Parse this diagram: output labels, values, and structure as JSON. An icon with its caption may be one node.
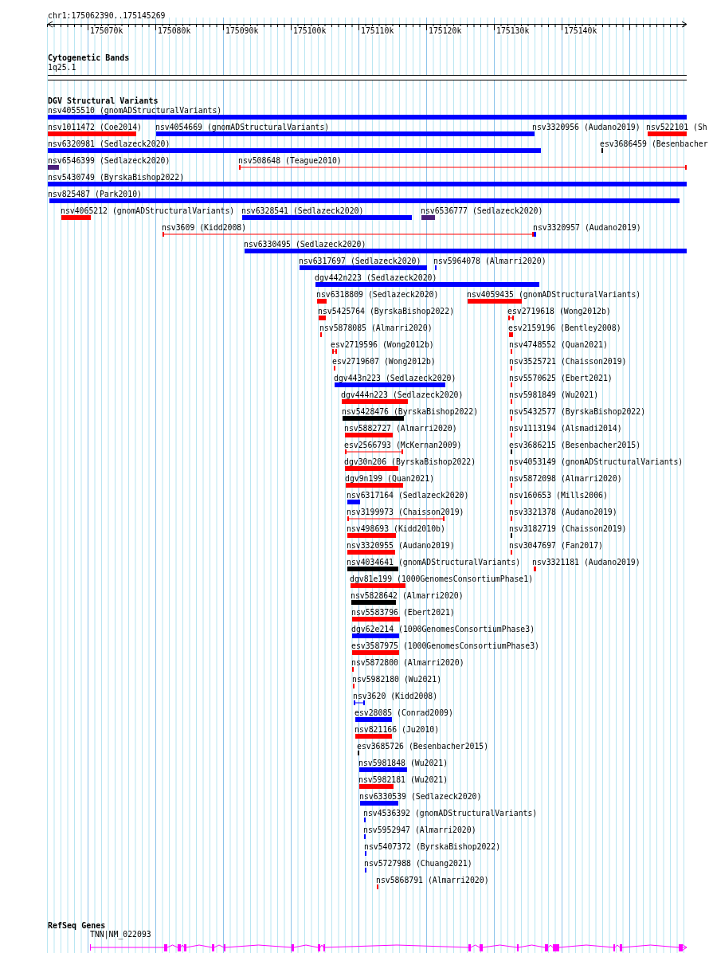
{
  "diagram": {
    "nodes": [
      {
        "text": [
          "1q25.1"
        ]
      },
      {
        "text": [
          "nsv4055510 (gnomADStructuralVariants)"
        ]
      },
      {
        "text": [
          "nsv1011472 (Coe2014)"
        ]
      },
      {
        "text": [
          "nsv4054669 (gnomADStructuralVariants)"
        ]
      },
      {
        "text": [
          "nsv3320956 (Audano2019)"
        ]
      },
      {
        "text": [
          "nsv522101 (Sh"
        ]
      },
      {
        "text": [
          "nsv6320981 (Sedlazeck2020)"
        ]
      },
      {
        "text": [
          "esv3686459 (Besenbacher"
        ]
      },
      {
        "text": [
          "nsv6546399 (Sedlazeck2020)"
        ]
      },
      {
        "text": [
          "nsv508648 (Teague2010)"
        ]
      },
      {
        "text": [
          "nsv5430749 (ByrskaBishop2022)"
        ]
      },
      {
        "text": [
          "nsv825487 (Park2010)"
        ]
      },
      {
        "text": [
          "nsv4065212 (gnomADStructuralVariants)"
        ]
      },
      {
        "text": [
          "nsv6328541 (Sedlazeck2020)"
        ]
      },
      {
        "text": [
          "nsv6536777 (Sedlazeck2020)"
        ]
      },
      {
        "text": [
          "nsv3609 (Kidd2008)"
        ]
      },
      {
        "text": [
          "nsv3320957 (Audano2019)"
        ]
      },
      {
        "text": [
          "nsv6330495 (Sedlazeck2020)"
        ]
      },
      {
        "text": [
          "nsv6317697 (Sedlazeck2020)"
        ]
      },
      {
        "text": [
          "nsv5964078 (Almarri2020)"
        ]
      },
      {
        "text": [
          "dgv442n223 (Sedlazeck2020)"
        ]
      },
      {
        "text": [
          "nsv6318809 (Sedlazeck2020)"
        ]
      },
      {
        "text": [
          "nsv4059435 (gnomADStructuralVariants)"
        ]
      },
      {
        "text": [
          "nsv5425764 (ByrskaBishop2022)"
        ]
      },
      {
        "text": [
          "esv2719618 (Wong2012b)"
        ]
      },
      {
        "text": [
          "nsv5878085 (Almarri2020)"
        ]
      },
      {
        "text": [
          "esv2159196 (Bentley2008)"
        ]
      },
      {
        "text": [
          "esv2719596 (Wong2012b)"
        ]
      },
      {
        "text": [
          "nsv4748552 (Quan2021)"
        ]
      },
      {
        "text": [
          "esv2719607 (Wong2012b)"
        ]
      },
      {
        "text": [
          "nsv3525721 (Chaisson2019)"
        ]
      },
      {
        "text": [
          "dgv443n223 (Sedlazeck2020)"
        ]
      },
      {
        "text": [
          "nsv5570625 (Ebert2021)"
        ]
      },
      {
        "text": [
          "dgv444n223 (Sedlazeck2020)"
        ]
      },
      {
        "text": [
          "nsv5981849 (Wu2021)"
        ]
      },
      {
        "text": [
          "nsv5428476 (ByrskaBishop2022)"
        ]
      },
      {
        "text": [
          "nsv5432577 (ByrskaBishop2022)"
        ]
      },
      {
        "text": [
          "nsv5882727 (Almarri2020)"
        ]
      },
      {
        "text": [
          "nsv1113194 (Alsmadi2014)"
        ]
      },
      {
        "text": [
          "esv2566793 (McKernan2009)"
        ]
      },
      {
        "text": [
          "esv3686215 (Besenbacher2015)"
        ]
      },
      {
        "text": [
          "dgv30n206 (ByrskaBishop2022)"
        ]
      },
      {
        "text": [
          "nsv4053149 (gnomADStructuralVariants)"
        ]
      },
      {
        "text": [
          "dgv9n199 (Quan2021)"
        ]
      },
      {
        "text": [
          "nsv5872098 (Almarri2020)"
        ]
      },
      {
        "text": [
          "nsv6317164 (Sedlazeck2020)"
        ]
      },
      {
        "text": [
          "nsv160653 (Mills2006)"
        ]
      },
      {
        "text": [
          "nsv3199973 (Chaisson2019)"
        ]
      },
      {
        "text": [
          "nsv3321378 (Audano2019)"
        ]
      },
      {
        "text": [
          "nsv498693 (Kidd2010b)"
        ]
      },
      {
        "text": [
          "nsv3182719 (Chaisson2019)"
        ]
      },
      {
        "text": [
          "nsv3320955 (Audano2019)"
        ]
      },
      {
        "text": [
          "nsv3047697 (Fan2017)"
        ]
      },
      {
        "text": [
          "nsv4034641 (gnomADStructuralVariants)"
        ]
      },
      {
        "text": [
          "nsv3321181 (Audano2019)"
        ]
      },
      {
        "text": [
          "dgv81e199 (1000GenomesConsortiumPhase1)"
        ]
      },
      {
        "text": [
          "nsv5828642 (Almarri2020)"
        ]
      },
      {
        "text": [
          "nsv5583796 (Ebert2021)"
        ]
      },
      {
        "text": [
          "dgv62e214 (1000GenomesConsortiumPhase3)"
        ]
      },
      {
        "text": [
          "esv3587975 (1000GenomesConsortiumPhase3)"
        ]
      },
      {
        "text": [
          "nsv5872800 (Almarri2020)"
        ]
      },
      {
        "text": [
          "nsv5982180 (Wu2021)"
        ]
      },
      {
        "text": [
          "nsv3620 (Kidd2008)"
        ]
      },
      {
        "text": [
          "esv28085 (Conrad2009)"
        ]
      },
      {
        "text": [
          "nsv821166 (Ju2010)"
        ]
      },
      {
        "text": [
          "esv3685726 (Besenbacher2015)"
        ]
      },
      {
        "text": [
          "nsv5981848 (Wu2021)"
        ]
      },
      {
        "text": [
          "nsv5982181 (Wu2021)"
        ]
      },
      {
        "text": [
          "nsv6330539 (Sedlazeck2020)"
        ]
      },
      {
        "text": [
          "nsv4536392 (gnomADStructuralVariants)"
        ]
      },
      {
        "text": [
          "nsv5952947 (Almarri2020)"
        ]
      },
      {
        "text": [
          "nsv5407372 (ByrskaBishop2022)"
        ]
      },
      {
        "text": [
          "nsv5727988 (Chuang2021)"
        ]
      },
      {
        "text": [
          "nsv5868791 (Almarri2020)"
        ]
      },
      {
        "text": [
          "TNN|NM_022093"
        ]
      }
    ],
    "labels": [
      "chr1:175062390..175145269",
      "175070k",
      "175080k",
      "175090k",
      "175100k",
      "175110k",
      "175120k",
      "175130k",
      "175140k",
      "Cytogenetic Bands",
      "DGV Structural Variants",
      "RefSeq Genes"
    ]
  }
}
